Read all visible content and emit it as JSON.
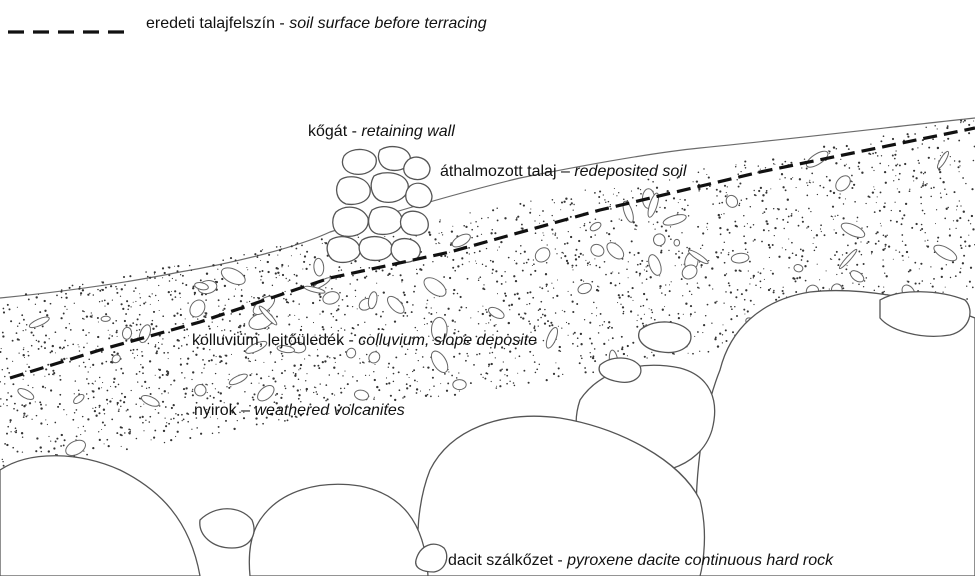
{
  "legend": {
    "line_style": "dashed",
    "text_hu": "eredeti talajfelszín",
    "separator": " - ",
    "text_en": "soil surface before terracing"
  },
  "labels": {
    "retaining_wall": {
      "hu": "kőgát",
      "separator": " -  ",
      "en": "retaining wall"
    },
    "redeposited_soil": {
      "hu": "áthalmozott talaj",
      "separator": " – ",
      "en": "redeposited soil"
    },
    "colluvium": {
      "hu": "kolluvium, lejtőüledék",
      "separator": " - ",
      "en": "colluvium, slope deposite"
    },
    "weathered": {
      "hu": "nyirok",
      "separator": " – ",
      "en": "weathered volcanites"
    },
    "bedrock": {
      "hu": "dacit szálkőzet",
      "separator": " - ",
      "en": "pyroxene dacite continuous hard rock"
    }
  },
  "colors": {
    "ink": "#111111",
    "stroke": "#6b6b6b",
    "background": "#ffffff"
  }
}
